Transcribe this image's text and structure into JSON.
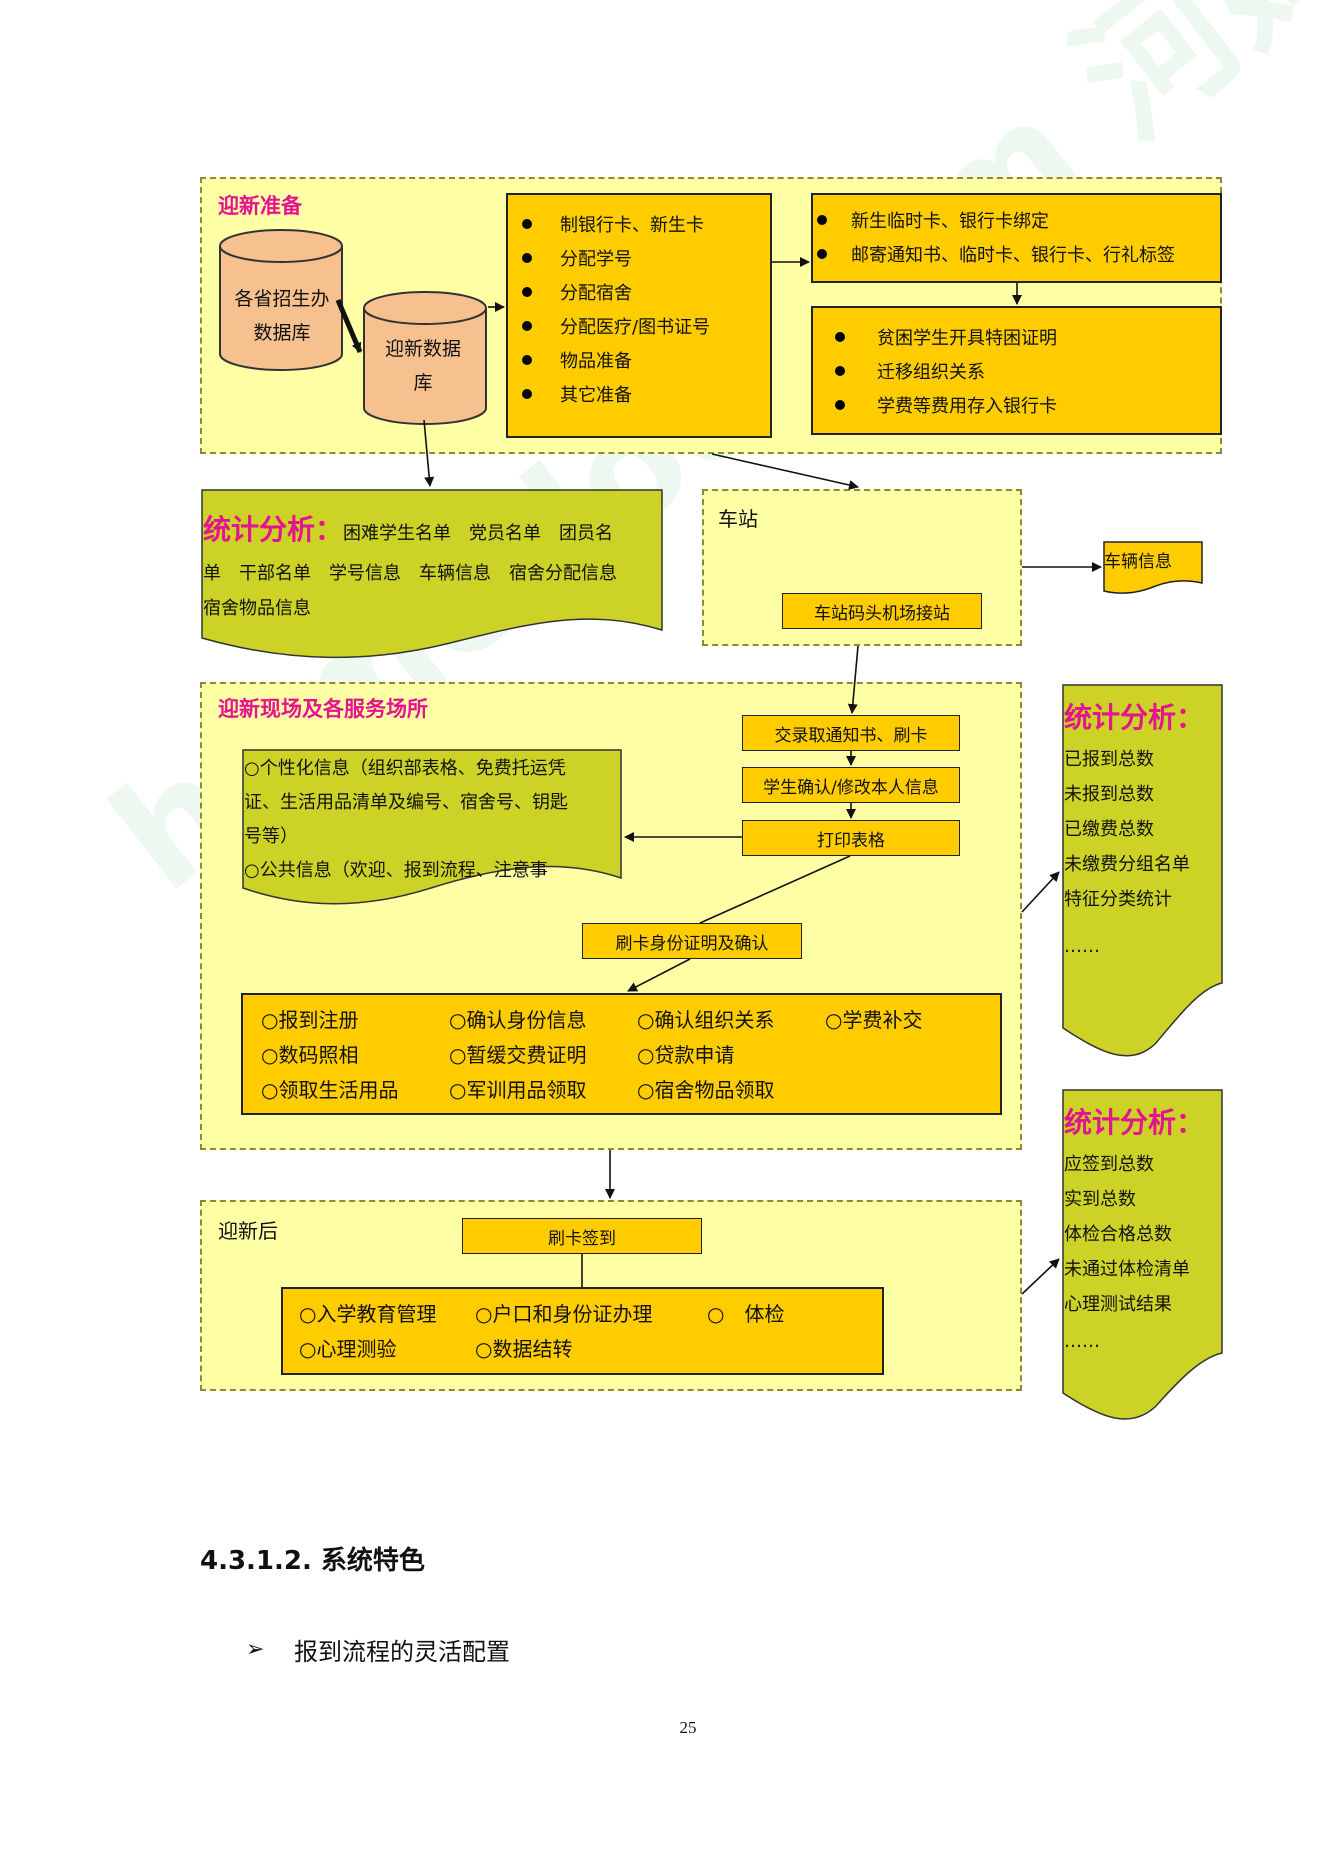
{
  "diagram": {
    "prep": {
      "title": "迎新准备",
      "db1": "各省招生办数据库",
      "db2": "迎新数据库",
      "tasks": [
        "制银行卡、新生卡",
        "分配学号",
        "分配宿舍",
        "分配医疗/图书证号",
        "物品准备",
        "其它准备"
      ],
      "cards": [
        "新生临时卡、银行卡绑定",
        "邮寄通知书、临时卡、银行卡、行礼标签"
      ],
      "docs": [
        "贫困学生开具特困证明",
        "迁移组织关系",
        "学费等费用存入银行卡"
      ]
    },
    "stats1": {
      "head": "统计分析：",
      "lines": [
        "困难学生名单　党员名单　团员名",
        "单　干部名单　学号信息　车辆信息　宿舍分配信息",
        "宿舍物品信息"
      ]
    },
    "station": {
      "title": "车站",
      "pickup": "车站码头机场接站",
      "vehicle": "车辆信息"
    },
    "onsite": {
      "title": "迎新现场及各服务场所",
      "steps": [
        "交录取通知书、刷卡",
        "学生确认/修改本人信息",
        "打印表格"
      ],
      "id_confirm": "刷卡身份证明及确认",
      "info_lines": [
        "○个性化信息（组织部表格、免费托运凭",
        "证、生活用品清单及编号、宿舍号、钥匙",
        "号等）",
        "○公共信息（欢迎、报到流程、注意事"
      ],
      "services": [
        [
          "○报到注册",
          "○确认身份信息",
          "○确认组织关系",
          "○学费补交"
        ],
        [
          "○数码照相",
          "○暂缓交费证明",
          "○贷款申请",
          ""
        ],
        [
          "○领取生活用品",
          "○军训用品领取",
          "○宿舍物品领取",
          ""
        ]
      ]
    },
    "stats2": {
      "head": "统计分析：",
      "items": [
        "已报到总数",
        "未报到总数",
        "已缴费总数",
        "未缴费分组名单",
        "特征分类统计",
        "……"
      ]
    },
    "after": {
      "title": "迎新后",
      "checkin": "刷卡签到",
      "items": [
        [
          "○入学教育管理",
          "○户口和身份证办理",
          "○　体检"
        ],
        [
          "○心理测验",
          "○数据结转",
          ""
        ]
      ]
    },
    "stats3": {
      "head": "统计分析：",
      "items": [
        "应签到总数",
        "实到总数",
        "体检合格总数",
        "未通过体检清单",
        "心理测试结果",
        "……"
      ]
    }
  },
  "section": {
    "heading": "4.3.1.2. 系统特色",
    "bullet_marker": "➢",
    "bullet": "报到流程的灵活配置"
  },
  "page_number": "25",
  "watermark": "homedoc.com 河姆渡"
}
